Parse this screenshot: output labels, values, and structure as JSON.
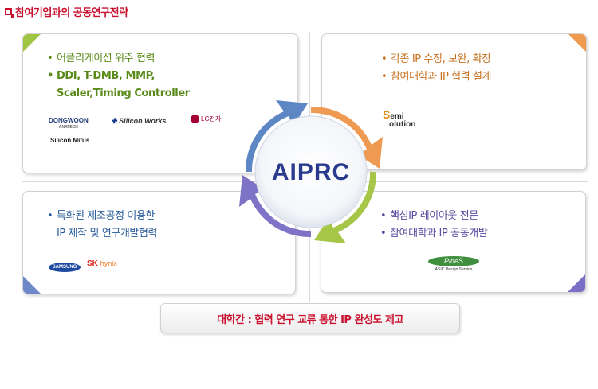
{
  "title": "참여기업과의 공동연구전략",
  "hub": {
    "label": "AIPRC"
  },
  "panels": {
    "top_left": {
      "bullets": [
        "어플리케이션 위주 협력",
        "DDI, T-DMB, MMP,"
      ],
      "bullet_continuation": "Scaler,Timing Controller",
      "logos": {
        "dongwoon": "DONGWOON",
        "dongwoon_sub": "ANATECH",
        "siliconworks": "Silicon Works",
        "lg": "LG전자",
        "mitus": "Silicon Mitus"
      }
    },
    "top_right": {
      "bullets": [
        "각종 IP 수정, 보완, 확장",
        "참여대학과 IP 협력 설계"
      ],
      "logos": {
        "semi_top": "emi",
        "semi_bottom": "olution",
        "semi_initial": "S"
      }
    },
    "bottom_left": {
      "bullets": [
        "특화된 제조공정 이용한"
      ],
      "bullet_continuation": "IP 제작 및 연구개발협력",
      "logos": {
        "samsung": "SAMSUNG",
        "sk": "SK",
        "hynix": "hynix"
      }
    },
    "bottom_right": {
      "bullets": [
        "핵심IP 레이아웃 전문",
        "참여대학과 IP 공동개발"
      ],
      "logos": {
        "pines": "PineS",
        "pines_sub": "ASIC Design Service"
      }
    }
  },
  "footer": "대학간 : 협력 연구 교류 통한 IP 완성도 제고",
  "colors": {
    "accent_red": "#c8102e",
    "green": "#a0c544",
    "orange": "#f09a50",
    "blue": "#6d87c8",
    "purple": "#7a6fc4",
    "hub_text": "#2a3a8c"
  }
}
